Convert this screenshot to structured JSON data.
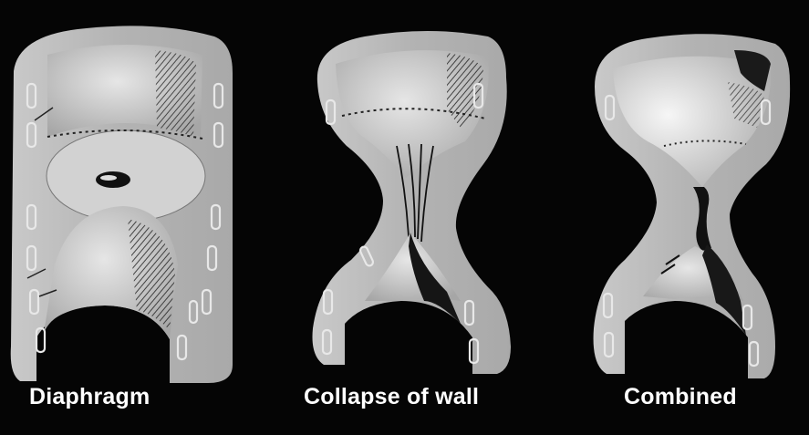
{
  "figure": {
    "panels": [
      {
        "id": "diaphragm",
        "label": "Diaphragm",
        "icon": "trachea-diaphragm-illustration"
      },
      {
        "id": "collapse",
        "label": "Collapse of wall",
        "icon": "trachea-wall-collapse-illustration"
      },
      {
        "id": "combined",
        "label": "Combined",
        "icon": "trachea-combined-stenosis-illustration"
      }
    ],
    "colors": {
      "background": "#050505",
      "tissue": "#b8b8b8",
      "tissue_light": "#dcdcdc",
      "shadow": "#1a1a1a",
      "label": "#ffffff"
    }
  }
}
